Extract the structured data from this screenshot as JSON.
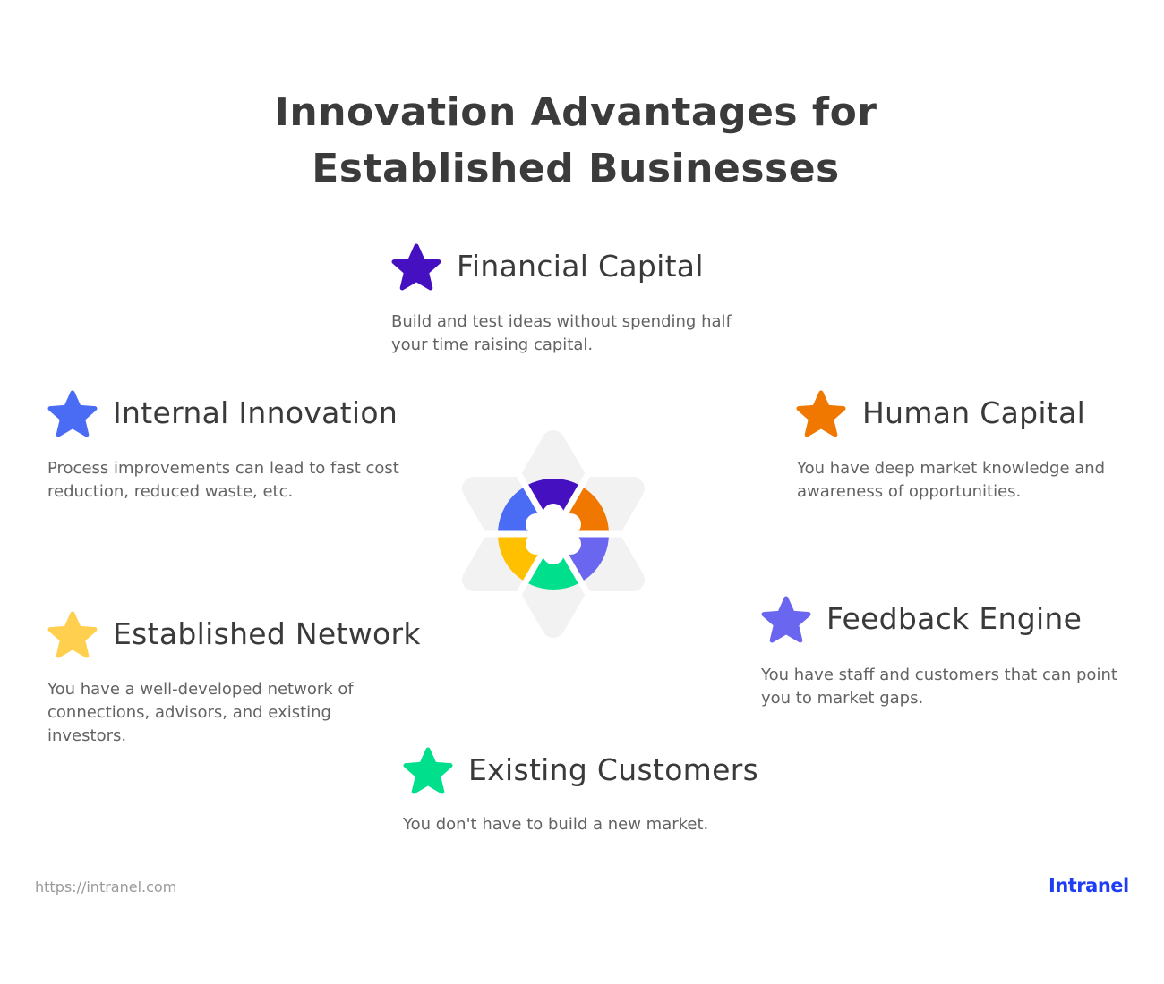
{
  "title": {
    "line1": "Innovation Advantages for",
    "line2": "Established Businesses"
  },
  "items": [
    {
      "id": "financial-capital",
      "icon": "star-icon",
      "color": "#4510c0",
      "heading": "Financial Capital",
      "description_lines": [
        "Build and test ideas without spending half",
        "your time raising capital."
      ]
    },
    {
      "id": "internal-innovation",
      "icon": "star-icon",
      "color": "#4a6cf5",
      "heading": "Internal Innovation",
      "description_lines": [
        "Process improvements can lead to fast cost",
        "reduction, reduced waste, etc."
      ]
    },
    {
      "id": "human-capital",
      "icon": "star-icon",
      "color": "#f07800",
      "heading": "Human Capital",
      "description_lines": [
        "You have deep market knowledge and",
        "awareness of opportunities."
      ]
    },
    {
      "id": "established-network",
      "icon": "star-icon",
      "color": "#ffcf50",
      "heading": "Established Network",
      "description_lines": [
        "You have a well-developed network of",
        "connections, advisors, and existing",
        "investors."
      ]
    },
    {
      "id": "feedback-engine",
      "icon": "star-icon",
      "color": "#6b66f0",
      "heading": "Feedback Engine",
      "description_lines": [
        "You have staff and customers that can point",
        "you to market gaps."
      ]
    },
    {
      "id": "existing-customers",
      "icon": "star-icon",
      "color": "#00e08c",
      "heading": "Existing Customers",
      "description_lines": [
        "You don't have to build a new market."
      ]
    }
  ],
  "center_graphic": {
    "segments": [
      {
        "position": "top",
        "color": "#4510c0"
      },
      {
        "position": "top-right",
        "color": "#f07800"
      },
      {
        "position": "bottom-right",
        "color": "#6b66f0"
      },
      {
        "position": "bottom",
        "color": "#00e08c"
      },
      {
        "position": "bottom-left",
        "color": "#ffc000"
      },
      {
        "position": "top-left",
        "color": "#4a6cf5"
      }
    ],
    "background_color": "#f2f2f2"
  },
  "footer": {
    "url": "https://intranel.com",
    "logo": "Intranel",
    "logo_color": "#1f3df5"
  }
}
